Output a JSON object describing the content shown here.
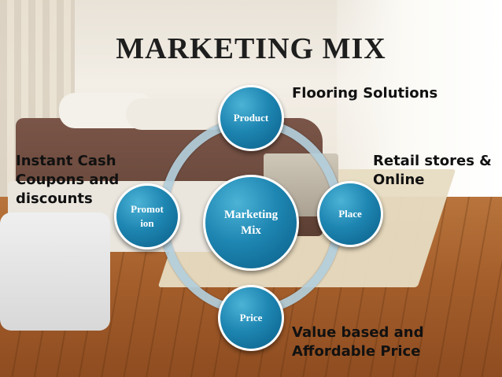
{
  "slide": {
    "title": "MARKETING MIX"
  },
  "diagram": {
    "center": {
      "line1": "Marketing",
      "line2": "Mix"
    },
    "nodes": {
      "product": "Product",
      "place": "Place",
      "price": "Price",
      "promotion": {
        "line1": "Promot",
        "line2": "ion"
      }
    },
    "colors": {
      "node": "#1e86b2",
      "node_border": "#ffffff",
      "ring": "#b2cedb"
    }
  },
  "annotations": {
    "product": [
      "Flooring Solutions"
    ],
    "promotion": [
      "Instant Cash",
      "Coupons and",
      "discounts"
    ],
    "place": [
      "Retail stores &",
      "Online"
    ],
    "price": [
      "Value based and",
      "Affordable Price"
    ]
  }
}
